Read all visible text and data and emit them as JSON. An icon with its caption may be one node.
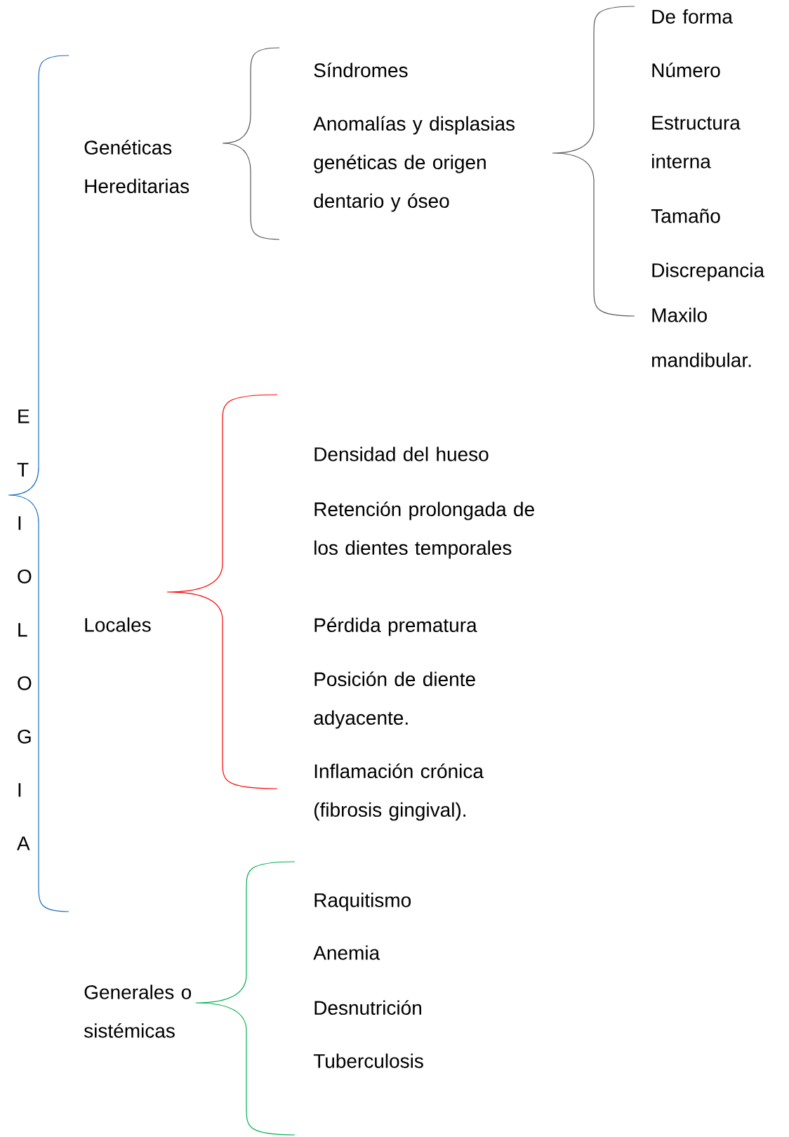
{
  "diagram": {
    "labels": [
      "E T I O L O G I A",
      "Genéticas Hereditarias",
      "Síndromes",
      "Anomalías y displasias genéticas de origen dentario y óseo",
      "De forma",
      "Número",
      "Estructura interna",
      "Tamaño",
      "Discrepancia Maxilo mandibular.",
      "Locales",
      "Densidad del hueso",
      "Retención prolongada de los dientes temporales",
      "Pérdida prematura",
      "Posición de diente adyacente.",
      "Inflamación crónica (fibrosis gingival).",
      "Generales o sistémicas",
      "Raquitismo",
      "Anemia",
      "Desnutrición",
      "Tuberculosis"
    ]
  }
}
